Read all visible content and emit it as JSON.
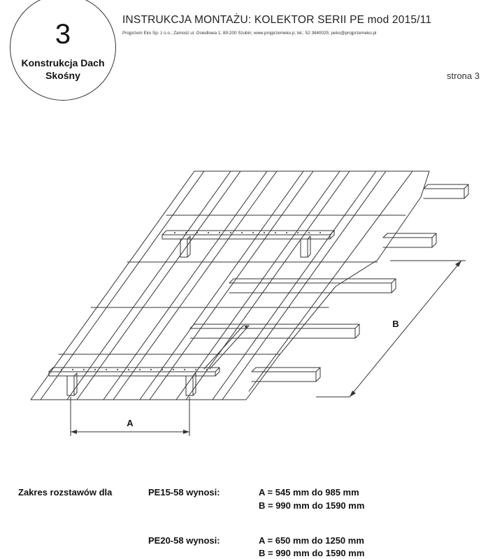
{
  "header": {
    "badge_number": "3",
    "badge_line1": "Konstrukcja Dach",
    "badge_line2": "Skośny",
    "title": "INSTRUKCJA MONTAŻU: KOLEKTOR SERII PE mod 2015/11",
    "contact": "Projprzem Eko Sp. z o.o.; Zamość ul. Osiedlowa 1; 89-200 Szubin; www.projprzemeko.p; tel.: 52 3840025; peko@projprzemeko.pl",
    "page": "strona 3"
  },
  "drawing": {
    "label_a": "A",
    "label_b": "B"
  },
  "specs": {
    "intro": "Zakres rozstawów dla",
    "models": [
      {
        "name": "PE15-58 wynosi:",
        "a": "A = 545 mm do 985 mm",
        "b": "B = 990 mm do 1590 mm"
      },
      {
        "name": "PE20-58 wynosi:",
        "a": "A = 650 mm do 1250 mm",
        "b": "B = 990 mm do 1590 mm"
      }
    ]
  }
}
